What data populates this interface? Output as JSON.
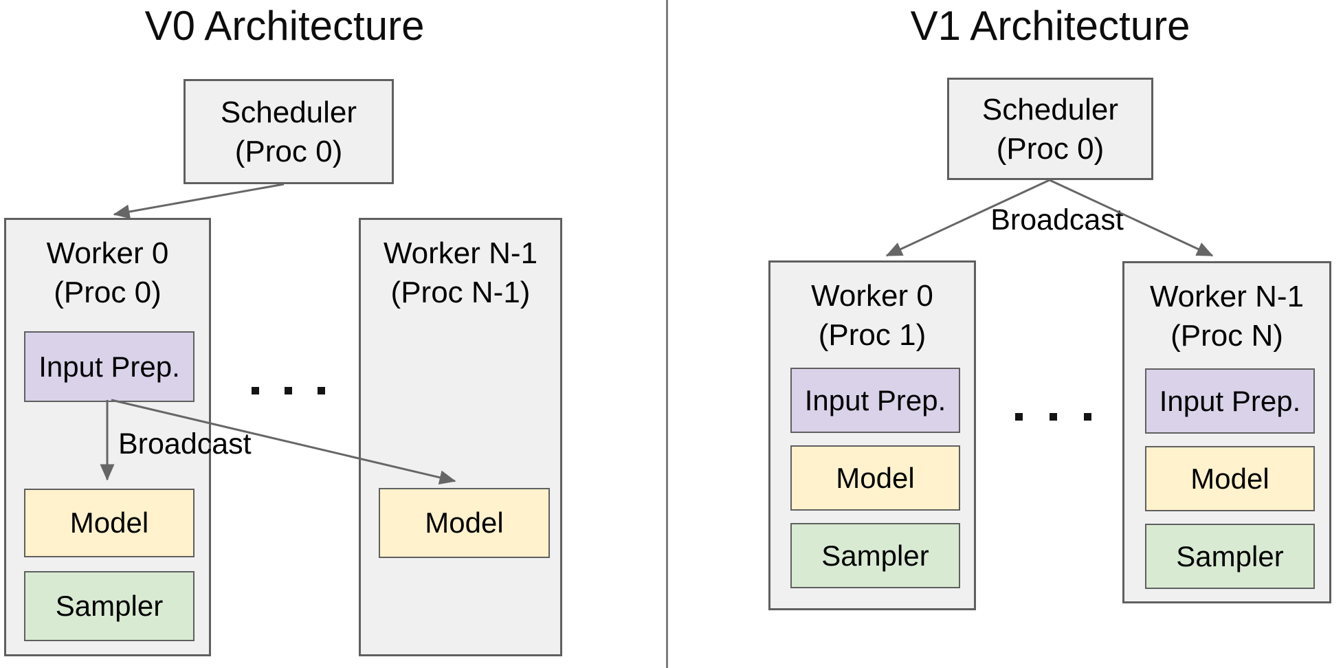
{
  "left": {
    "title": "V0 Architecture",
    "scheduler": {
      "line1": "Scheduler",
      "line2": "(Proc 0)"
    },
    "worker0": {
      "line1": "Worker 0",
      "line2": "(Proc 0)",
      "input_prep": "Input Prep.",
      "model": "Model",
      "sampler": "Sampler"
    },
    "broadcast": "Broadcast",
    "ellipsis": ". . .",
    "workerN": {
      "line1": "Worker N-1",
      "line2": "(Proc N-1)",
      "model": "Model"
    }
  },
  "right": {
    "title": "V1 Architecture",
    "scheduler": {
      "line1": "Scheduler",
      "line2": "(Proc 0)"
    },
    "broadcast": "Broadcast",
    "ellipsis": ". . .",
    "worker0": {
      "line1": "Worker 0",
      "line2": "(Proc 1)",
      "input_prep": "Input Prep.",
      "model": "Model",
      "sampler": "Sampler"
    },
    "workerN": {
      "line1": "Worker N-1",
      "line2": "(Proc N)",
      "input_prep": "Input Prep.",
      "model": "Model",
      "sampler": "Sampler"
    }
  },
  "colors": {
    "container_fill": "#f0f0f0",
    "container_border": "#5f5f5f",
    "input_prep_fill": "#d9d2e9",
    "model_fill": "#fff2cc",
    "sampler_fill": "#d9ead3",
    "arrow": "#666666",
    "divider": "#7d7d7d",
    "text": "#000000"
  }
}
